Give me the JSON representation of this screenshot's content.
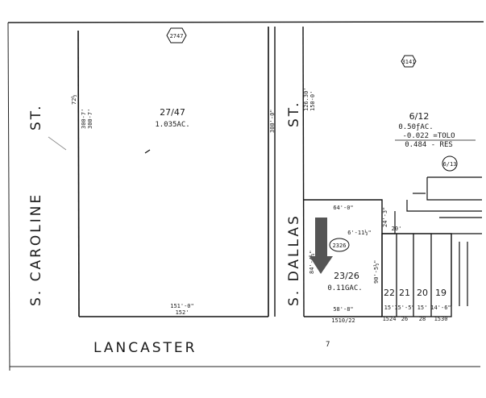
{
  "streets": {
    "caroline_name": "S. CAROLINE",
    "caroline_suffix": "ST.",
    "dallas_name": "S. DALLAS",
    "dallas_suffix": "ST.",
    "lancaster": "LANCASTER"
  },
  "block_badges": {
    "top": "2747",
    "right": "3141",
    "small_right": "6/13"
  },
  "parcel_2747": {
    "id": "27/47",
    "area": "1.035AC.",
    "left_dim": "300-7'",
    "left_dim_2": "300-7'",
    "left_tick": "72½",
    "right_dim": "300'-0\"",
    "bottom_dim": "151'-0\"",
    "bottom_dim_2": "152'"
  },
  "parcel_612": {
    "id": "6/12",
    "area": "0.50ƒAC.",
    "line2": "-0.022  =TOLO",
    "line3": "0.484 - RES"
  },
  "parcel_2326": {
    "id": "23/26",
    "area": "0.11GAC.",
    "badge": "2326",
    "top_dim": "64'-0\"",
    "left_dim": "84'-4¼\"",
    "right_dim": "90'-5½\"",
    "bottom_dim": "58'-8\"",
    "address": "1510/22",
    "mid_dim": "6'-11½\"",
    "dim_20": "20'",
    "dim_243": "24'-3\""
  },
  "lots": [
    {
      "number": "22",
      "width": "15'",
      "address": "1524"
    },
    {
      "number": "21",
      "width": "15'-5\"",
      "address": "26"
    },
    {
      "number": "20",
      "width": "15'",
      "address": "28"
    },
    {
      "number": "19",
      "width": "14'-6\"",
      "address": "1530"
    }
  ],
  "dallas_dims": {
    "upper_a": "126.30'",
    "upper_b": "150-0'"
  },
  "misc_marks": {
    "below_lancaster": "7"
  },
  "colors": {
    "ink": "#1a1a1a",
    "arrow": "#555555",
    "paper": "#ffffff"
  }
}
